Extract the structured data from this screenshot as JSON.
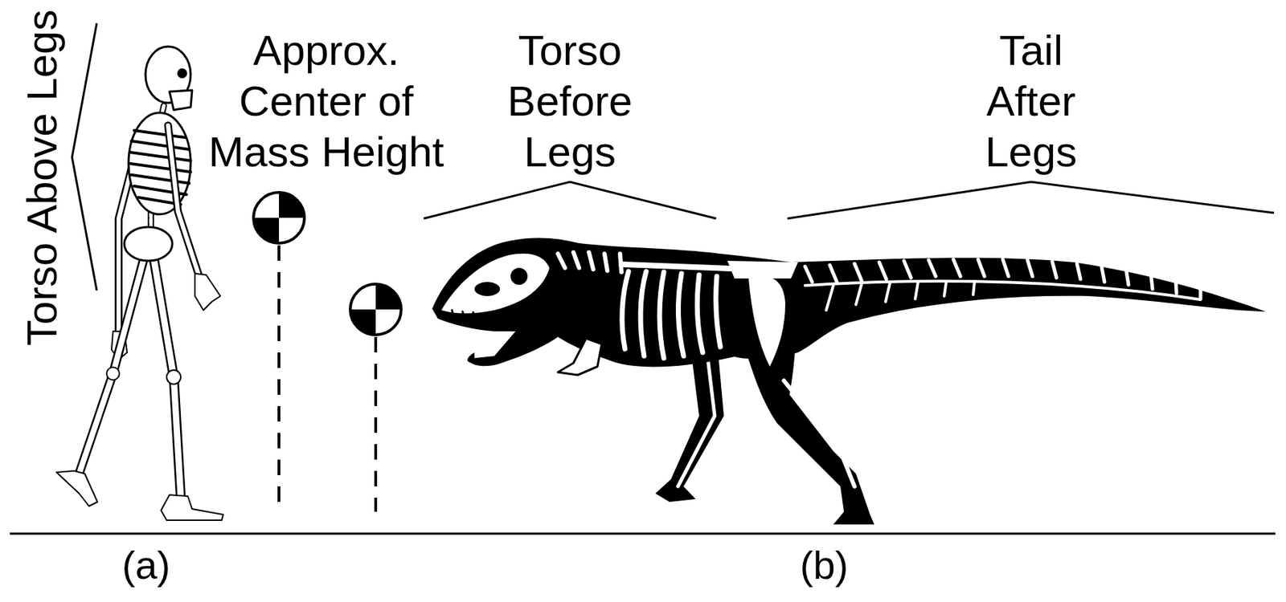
{
  "diagram": {
    "labels": [
      "Torso Above Legs",
      "Approx. Center of Mass Height",
      "Torso Before Legs",
      "Tail After Legs",
      "(a)",
      "(b)"
    ]
  }
}
